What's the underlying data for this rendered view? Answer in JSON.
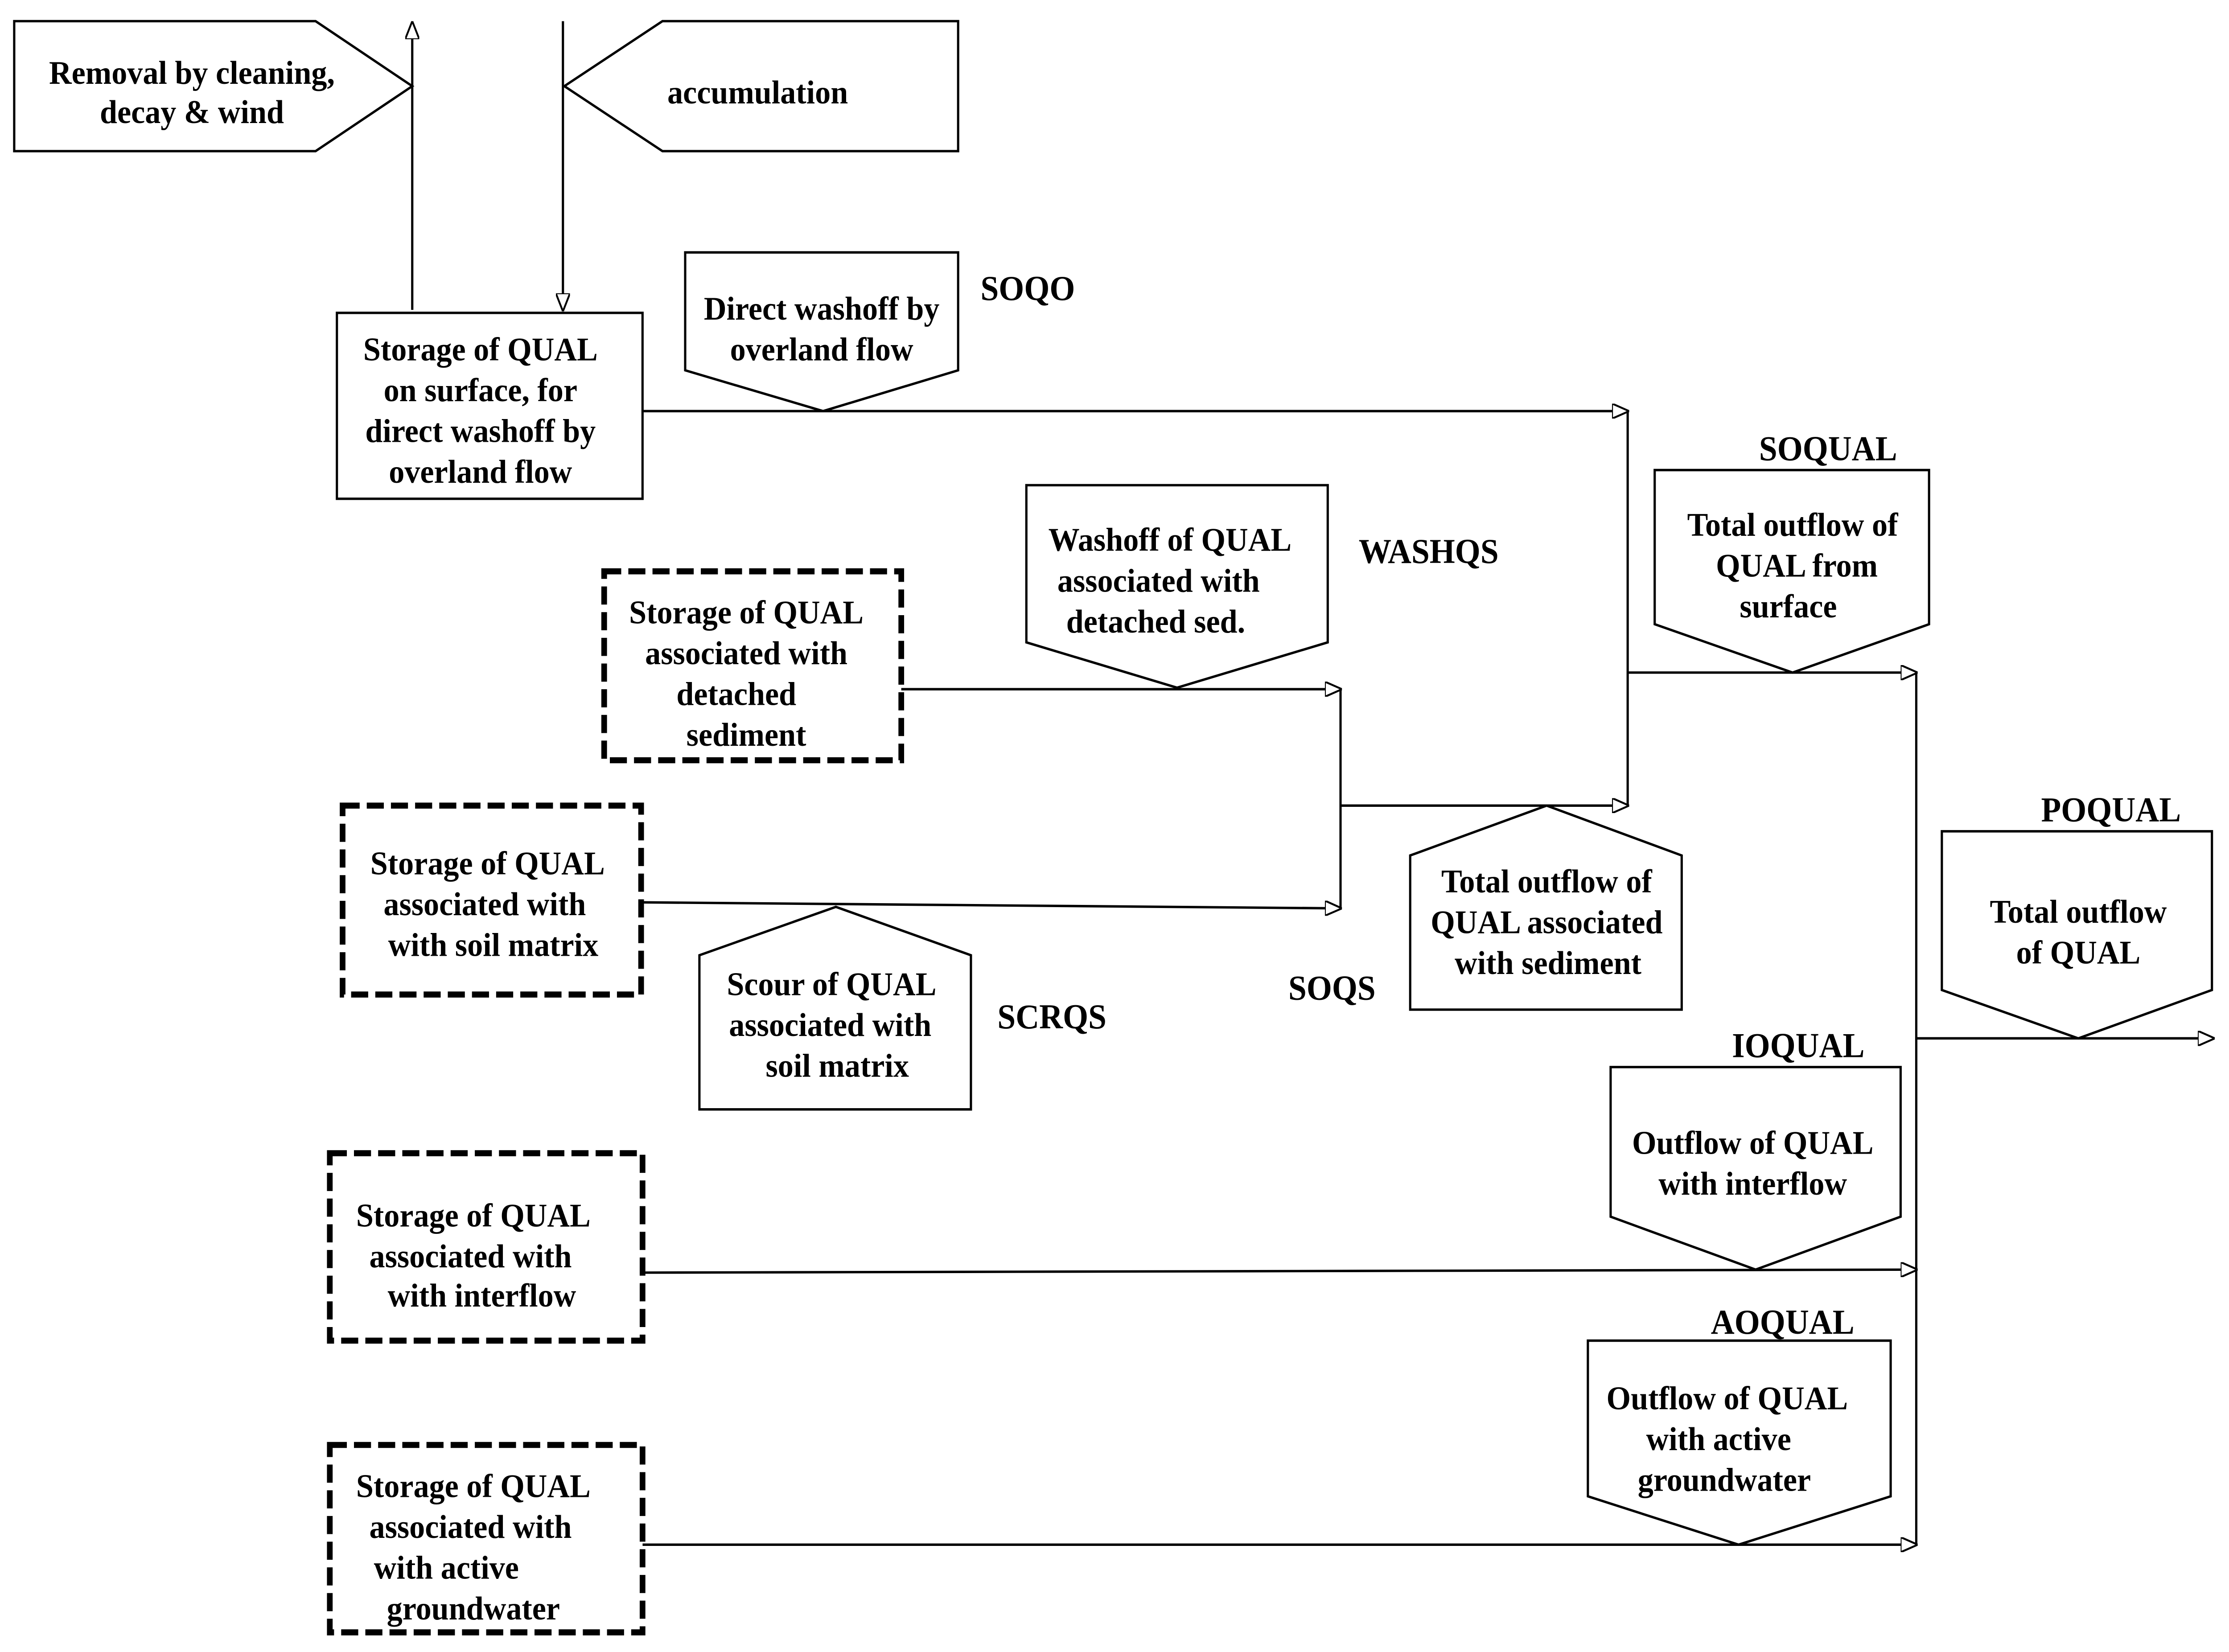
{
  "nodes": {
    "removal": {
      "lines": [
        "Removal by cleaning,",
        "decay & wind"
      ]
    },
    "accumulation": {
      "lines": [
        "accumulation"
      ]
    },
    "storage_surface": {
      "lines": [
        "Storage of QUAL",
        "on surface, for",
        "direct washoff by",
        "overland flow"
      ]
    },
    "direct_washoff": {
      "lines": [
        "Direct washoff by",
        "overland flow"
      ]
    },
    "storage_detached": {
      "lines": [
        "Storage of QUAL",
        "associated with",
        "detached",
        "sediment"
      ]
    },
    "washoff_detached": {
      "lines": [
        "Washoff of QUAL",
        "associated with",
        "detached sed."
      ]
    },
    "storage_soil": {
      "lines": [
        "Storage of QUAL",
        "associated with",
        "with soil matrix"
      ]
    },
    "scour": {
      "lines": [
        "Scour of QUAL",
        "associated with",
        "soil matrix"
      ]
    },
    "total_sediment": {
      "lines": [
        "Total outflow of",
        "QUAL  associated",
        "with sediment"
      ]
    },
    "total_surface": {
      "lines": [
        "Total outflow of",
        "QUAL  from",
        "surface"
      ]
    },
    "total_qual": {
      "lines": [
        "Total outflow",
        "of QUAL"
      ]
    },
    "outflow_interflow": {
      "lines": [
        "Outflow of QUAL",
        "with interflow"
      ]
    },
    "storage_interflow": {
      "lines": [
        "Storage of QUAL",
        "associated with",
        "with interflow"
      ]
    },
    "outflow_groundwater": {
      "lines": [
        "Outflow of QUAL",
        "with active",
        "groundwater"
      ]
    },
    "storage_groundwater": {
      "lines": [
        "Storage of QUAL",
        "associated with",
        "with active",
        "groundwater"
      ]
    }
  },
  "labels": {
    "soqo": "SOQO",
    "washqs": "WASHQS",
    "scrqs": "SCRQS",
    "soqs": "SOQS",
    "soqual": "SOQUAL",
    "ioqual": "IOQUAL",
    "aoqual": "AOQUAL",
    "poqual": "POQUAL"
  },
  "colors": {
    "line": "#000000",
    "background": "#ffffff"
  }
}
